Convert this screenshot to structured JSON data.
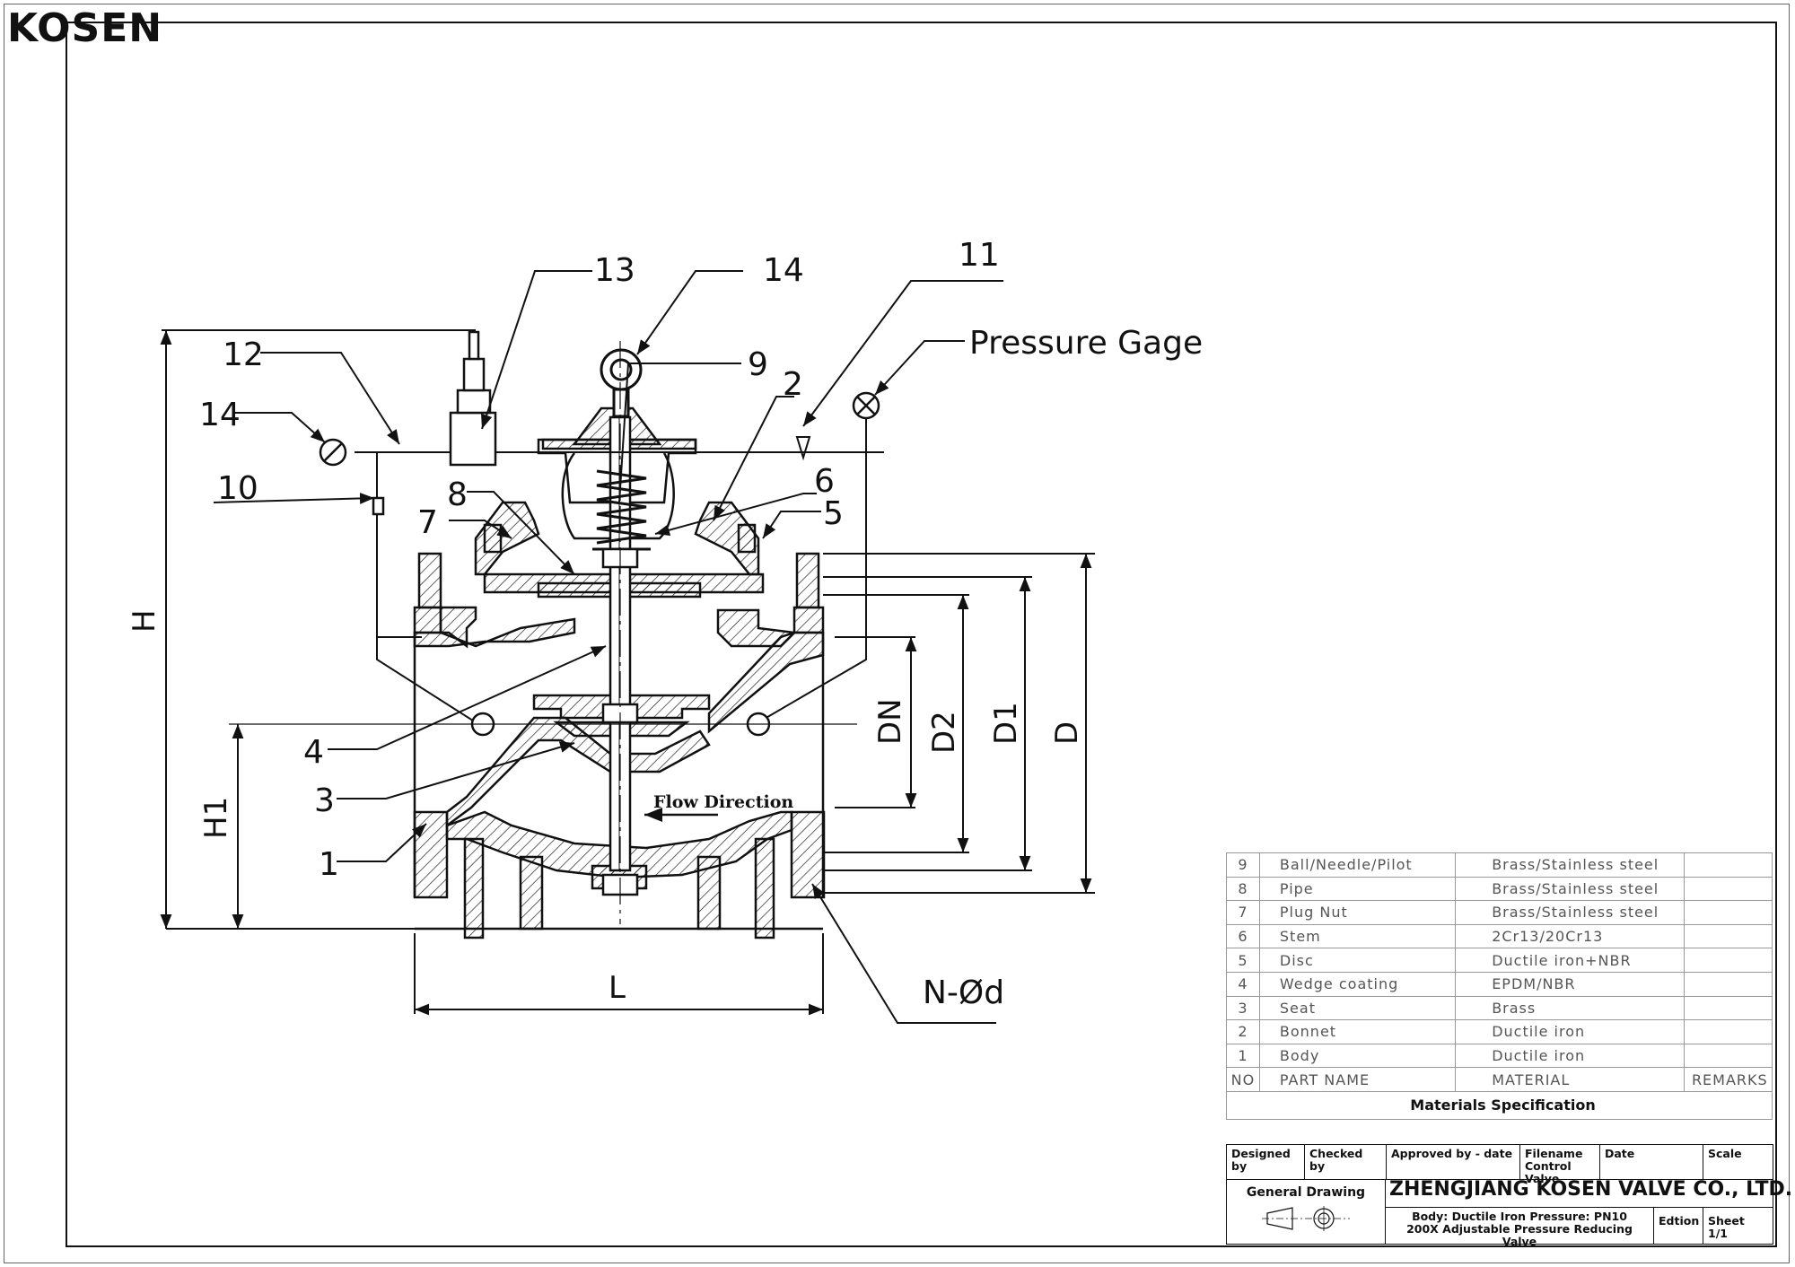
{
  "brand": {
    "logo_text": "KOSEN"
  },
  "callouts": {
    "c13": "13",
    "c14_top": "14",
    "c11": "11",
    "c12": "12",
    "c14_left": "14",
    "c10": "10",
    "c9": "9",
    "c2": "2",
    "c8": "8",
    "c6": "6",
    "c7": "7",
    "c5": "5",
    "c4": "4",
    "c3": "3",
    "c1": "1",
    "pressure_gage": "Pressure Gage",
    "flow_direction": "Flow Direction",
    "holes": "N-Ød"
  },
  "dimensions": {
    "H": "H",
    "H1": "H1",
    "L": "L",
    "DN": "DN",
    "D2": "D2",
    "D1": "D1",
    "D": "D"
  },
  "materials": {
    "rows": [
      {
        "no": "9",
        "name": "Ball/Needle/Pilot",
        "material": "Brass/Stainless steel",
        "remarks": ""
      },
      {
        "no": "8",
        "name": "Pipe",
        "material": "Brass/Stainless steel",
        "remarks": ""
      },
      {
        "no": "7",
        "name": "Plug Nut",
        "material": "Brass/Stainless steel",
        "remarks": ""
      },
      {
        "no": "6",
        "name": "Stem",
        "material": "2Cr13/20Cr13",
        "remarks": ""
      },
      {
        "no": "5",
        "name": "Disc",
        "material": "Ductile iron+NBR",
        "remarks": ""
      },
      {
        "no": "4",
        "name": "Wedge coating",
        "material": "EPDM/NBR",
        "remarks": ""
      },
      {
        "no": "3",
        "name": "Seat",
        "material": "Brass",
        "remarks": ""
      },
      {
        "no": "2",
        "name": "Bonnet",
        "material": "Ductile iron",
        "remarks": ""
      },
      {
        "no": "1",
        "name": "Body",
        "material": "Ductile iron",
        "remarks": ""
      }
    ],
    "header": {
      "no": "NO",
      "name": "PART  NAME",
      "material": "MATERIAL",
      "remarks": "REMARKS"
    },
    "caption": "Materials Specification"
  },
  "title_block": {
    "designed_by": "Designed by",
    "checked_by": "Checked by",
    "approved_by": "Approved by - date",
    "filename_label": "Filename",
    "filename_value": "Control Valve",
    "date_label": "Date",
    "scale_label": "Scale",
    "general_drawing": "General Drawing",
    "company": "ZHENGJIANG KOSEN VALVE CO., LTD.",
    "body_pressure": "Body: Ductile Iron   Pressure: PN10",
    "product": "200X Adjustable Pressure Reducing Valve",
    "edition_label": "Edtion",
    "sheet_label": "Sheet",
    "sheet_value": "1/1"
  }
}
